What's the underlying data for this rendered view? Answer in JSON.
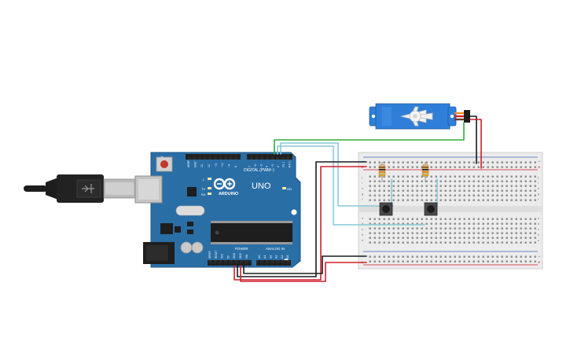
{
  "colors": {
    "background": "#ffffff",
    "arduino_board": "#2a6ea6",
    "breadboard": "#ececec",
    "rail_red": "#d21f2b",
    "rail_blue": "#3868b6",
    "wire_black": "#1a1a1a",
    "wire_red": "#d21f2b",
    "wire_green": "#2fae3d",
    "wire_cyan": "#86c9d6",
    "servo_body": "#2f7fd8",
    "usb_cable": "#1d1d1d"
  },
  "arduino": {
    "brand": "ARDUINO",
    "model": "UNO",
    "digital_label": "DIGITAL (PWM~)",
    "power_label": "POWER",
    "analog_label": "ANALOG IN",
    "led_l": "L",
    "led_tx": "TX",
    "led_rx": "RX",
    "led_on": "ON",
    "top_pin_labels": [
      "AREF",
      "GND",
      "13",
      "12",
      "~11",
      "~10",
      "~9",
      "8",
      "7",
      "~6",
      "~5",
      "4",
      "~3",
      "2",
      "TX 1",
      "RX 0"
    ],
    "power_pin_labels": [
      "IOREF",
      "RESET",
      "3V3",
      "5V",
      "GND",
      "GND",
      "VIN"
    ],
    "analog_pin_labels": [
      "A0",
      "A1",
      "A2",
      "A3",
      "A4",
      "A5"
    ]
  },
  "breadboard": {
    "row_letters_top": [
      "j",
      "i",
      "h",
      "g",
      "f"
    ],
    "row_letters_bottom": [
      "e",
      "d",
      "c",
      "b",
      "a"
    ],
    "rail_minus": "−",
    "rail_plus": "+"
  },
  "components": {
    "servo": "servo",
    "pushbutton_1": "pushbutton",
    "pushbutton_2": "pushbutton",
    "resistor_1": "resistor",
    "resistor_2": "resistor",
    "usb_cable": "usb-cable"
  }
}
